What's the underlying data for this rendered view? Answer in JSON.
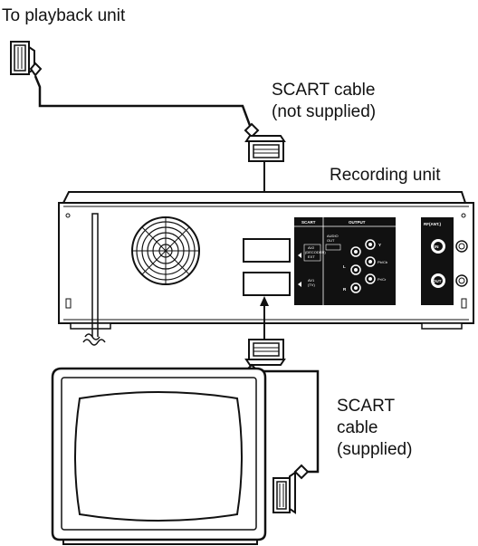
{
  "labels": {
    "playback_unit": "To playback unit",
    "scart_top": [
      "SCART cable",
      "(not supplied)"
    ],
    "recording_unit": "Recording unit",
    "scart_bottom": [
      "SCART",
      "cable",
      "(supplied)"
    ]
  },
  "panel_text": {
    "scart": "SCART",
    "output": "OUTPUT",
    "rf_ant": "RF(ANT.)",
    "av2": [
      "AV2",
      "(DECODER)",
      "EXT"
    ],
    "av1": [
      "AV1",
      "(TV)"
    ],
    "in": "IN",
    "out": "OUT",
    "audio_out": [
      "AUDIO",
      "OUT"
    ],
    "component": [
      "Y",
      "Pb/Cb",
      "Pr/Cr"
    ],
    "lr": [
      "L",
      "R"
    ]
  }
}
